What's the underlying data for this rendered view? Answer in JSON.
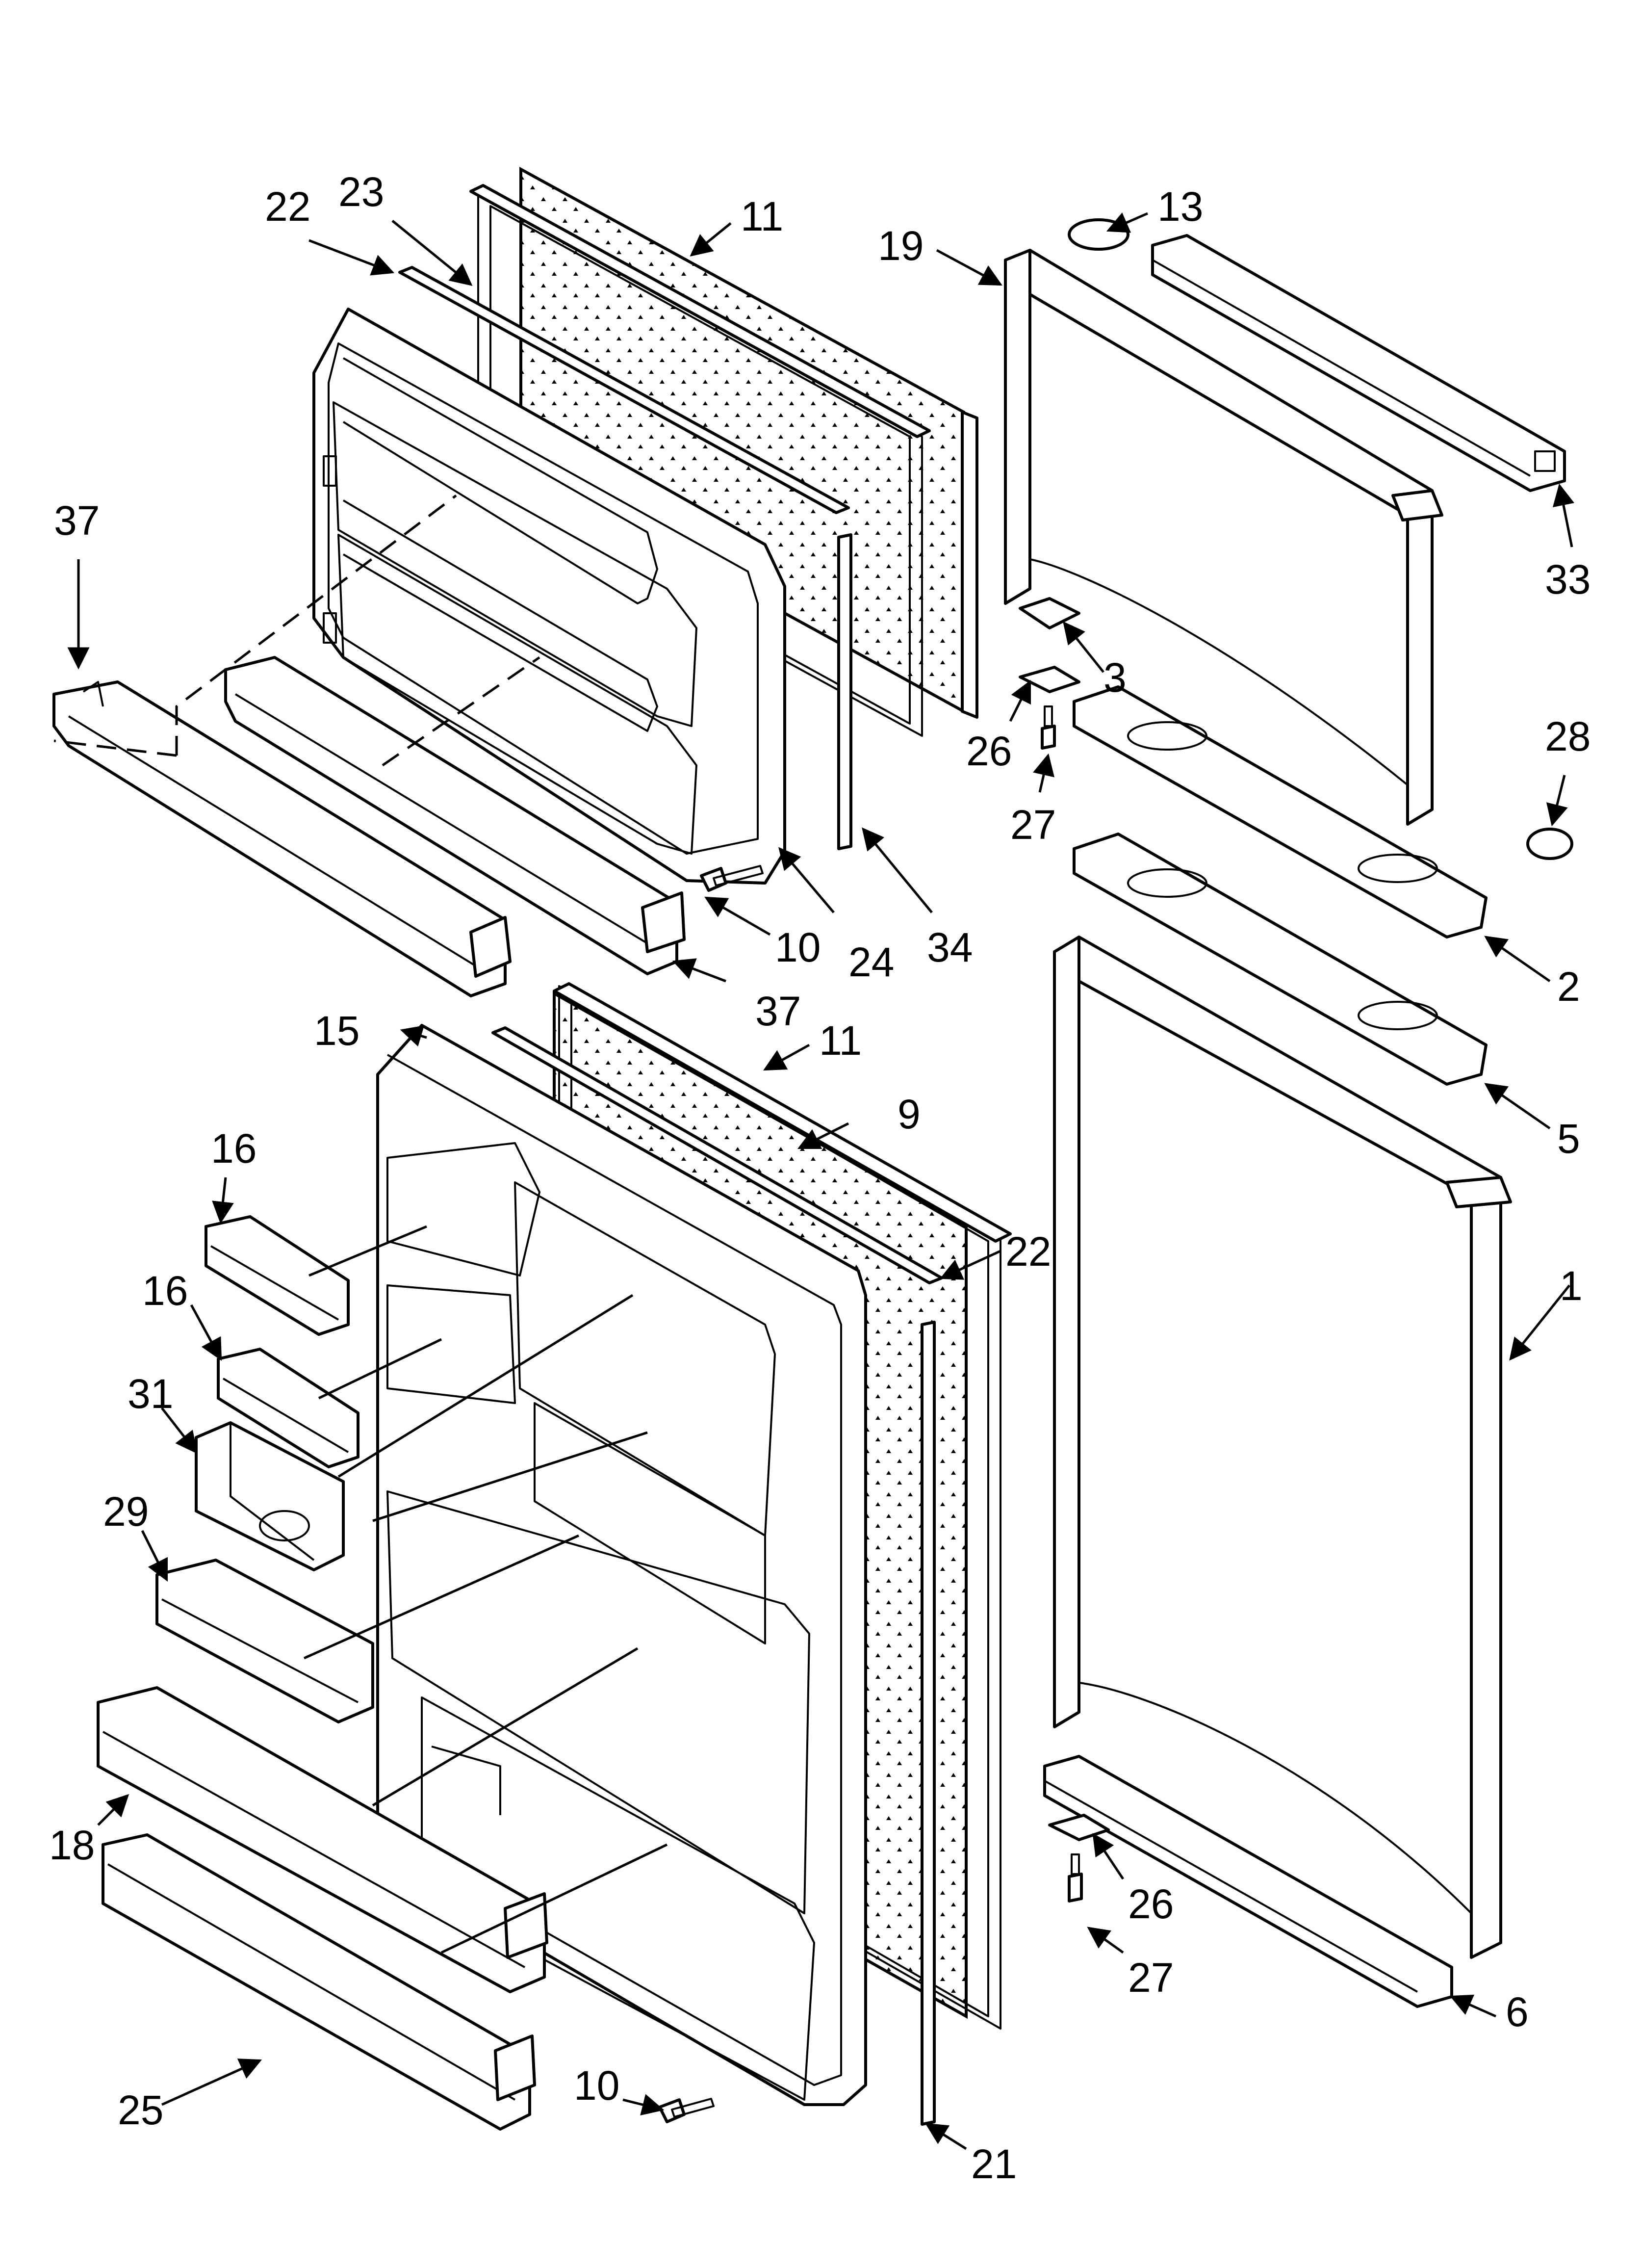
{
  "callouts": {
    "c1": "1",
    "c2": "2",
    "c3": "3",
    "c5": "5",
    "c6": "6",
    "c9": "9",
    "c10a": "10",
    "c10b": "10",
    "c11a": "11",
    "c11b": "11",
    "c13": "13",
    "c15": "15",
    "c16a": "16",
    "c16b": "16",
    "c18": "18",
    "c19": "19",
    "c21": "21",
    "c22a": "22",
    "c22b": "22",
    "c23": "23",
    "c24": "24",
    "c25": "25",
    "c26a": "26",
    "c26b": "26",
    "c27a": "27",
    "c27b": "27",
    "c28": "28",
    "c29": "29",
    "c31": "31",
    "c33": "33",
    "c34": "34",
    "c37a": "37",
    "c37b": "37"
  }
}
